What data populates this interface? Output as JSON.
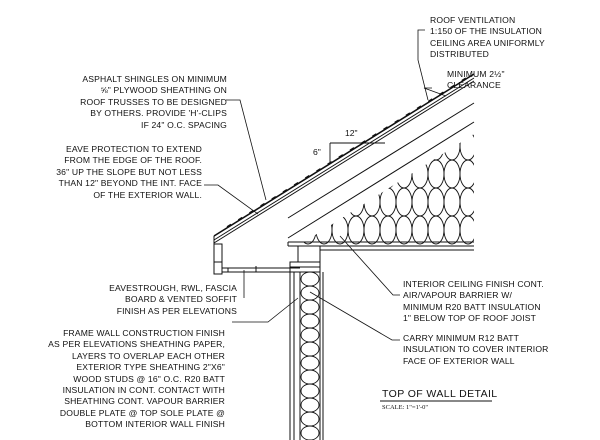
{
  "title": "TOP OF WALL DETAIL",
  "scale": "SCALE: 1\"=1'-0\"",
  "notes": {
    "roof_ventilation": "ROOF VENTILATION\n1:150 OF THE INSULATION\nCEILING AREA UNIFORMLY\nDISTRIBUTED",
    "clearance": "MINIMUM 2½\"\nCLEARANCE",
    "asphalt_shingles": "ASPHALT SHINGLES ON MINIMUM\n⅝\" PLYWOOD SHEATHING ON\nROOF TRUSSES TO BE DESIGNED\nBY OTHERS. PROVIDE 'H'-CLIPS\nIF 24\" O.C. SPACING",
    "eave_protection": "EAVE PROTECTION TO EXTEND\nFROM THE EDGE OF THE ROOF.\n36\" UP THE SLOPE BUT NOT LESS\nTHAN 12\" BEYOND THE INT. FACE\nOF THE EXTERIOR WALL.",
    "eavestrough": "EAVESTROUGH, RWL, FASCIA\nBOARD & VENTED SOFFIT\nFINISH AS PER ELEVATIONS",
    "frame_wall": "FRAME WALL CONSTRUCTION FINISH\nAS PER ELEVATIONS SHEATHING PAPER,\nLAYERS TO OVERLAP EACH OTHER\nEXTERIOR TYPE SHEATHING 2\"x6\"\nWOOD STUDS @ 16\" O.C. R20 BATT\nINSULATION IN CONT. CONTACT WITH\nSHEATHING CONT. VAPOUR BARRIER\nDOUBLE PLATE @ TOP SOLE PLATE @\nBOTTOM INTERIOR WALL FINISH",
    "ceiling_finish": "INTERIOR CEILING FINISH CONT.\nAIR/VAPOUR BARRIER W/\nMINIMUM R20 BATT INSULATION\n1\" BELOW TOP OF ROOF JOIST",
    "r12_batt": "CARRY MINIMUM R12 BATT\nINSULATION TO COVER INTERIOR\nFACE OF EXTERIOR WALL"
  },
  "slope": {
    "run": "12\"",
    "rise": "6\""
  }
}
